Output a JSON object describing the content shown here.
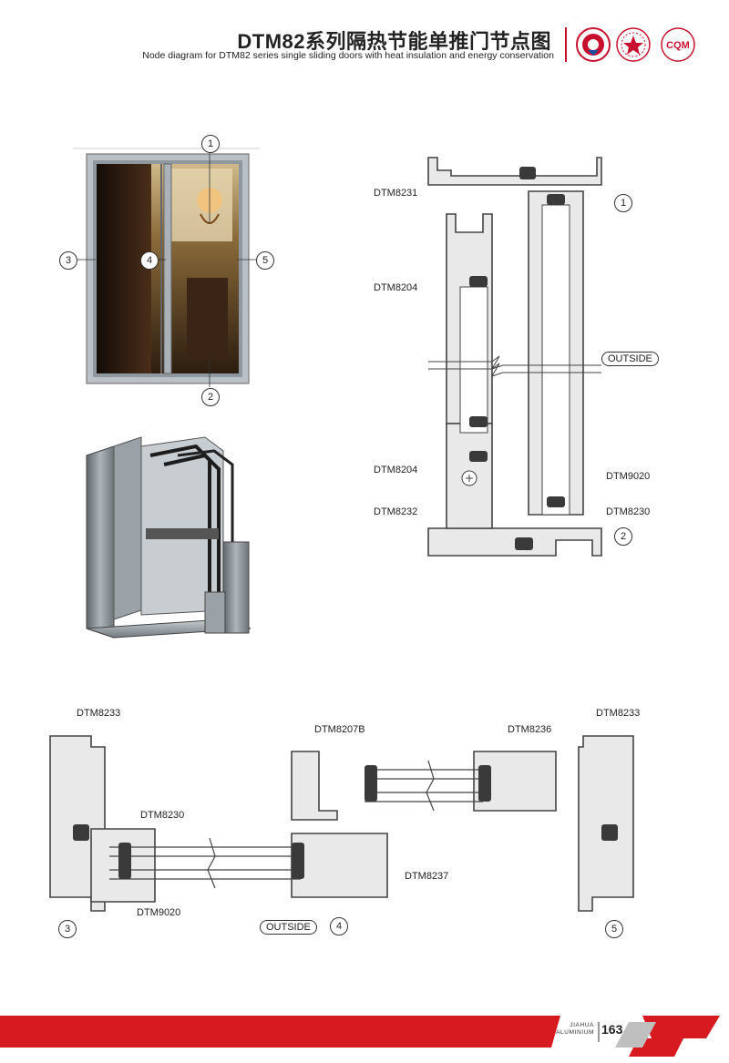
{
  "header": {
    "title_cn": "DTM82系列隔热节能单推门节点图",
    "title_en": "Node diagram for DTM82 series single sliding doors with heat insulation and energy conservation",
    "logo_3_text": "CQM"
  },
  "door_view": {
    "node_markers": [
      "1",
      "2",
      "3",
      "4",
      "5"
    ]
  },
  "vertical_section": {
    "labels": {
      "dtm8231": "DTM8231",
      "dtm8204_top": "DTM8204",
      "dtm8204_bottom": "DTM8204",
      "dtm8232": "DTM8232",
      "dtm9020": "DTM9020",
      "dtm8230": "DTM8230"
    },
    "outside": "OUTSIDE",
    "node_top": "1",
    "node_bottom": "2"
  },
  "horizontal_section": {
    "labels": {
      "dtm8233_left": "DTM8233",
      "dtm8233_right": "DTM8233",
      "dtm8207b": "DTM8207B",
      "dtm8236": "DTM8236",
      "dtm8230": "DTM8230",
      "dtm9020": "DTM9020",
      "dtm8237": "DTM8237"
    },
    "outside": "OUTSIDE",
    "node_left": "3",
    "node_mid": "4",
    "node_right": "5"
  },
  "footer": {
    "brand_line1": "JIAHUA",
    "brand_line2": "ALUMINIUM",
    "page_number": "163"
  },
  "colors": {
    "accent_red": "#d71920",
    "profile_fill": "#e9e9e9",
    "profile_stroke": "#444444",
    "gasket": "#3a3a3a"
  }
}
